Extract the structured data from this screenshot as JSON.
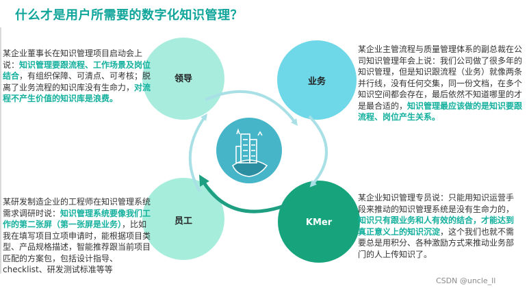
{
  "title": "什么才是用户所需要的数字化知识管理？",
  "nodes": {
    "top_left": "领导",
    "top_right": "业务",
    "bottom_left": "员工",
    "bottom_right": "KMer"
  },
  "paragraphs": {
    "p1": {
      "pre": "某企业董事长在知识管理项目启动会上说：",
      "hl1": "知识管理要跟流程、工作场景及岗位结合",
      "mid": "，有组织保障、可清点、可考核；脱离了业务流程的知识库没有生命力，",
      "hl2": "对流程不产生价值的知识库是浪费。",
      "post": ""
    },
    "p2": {
      "pre": "某企业主管流程与质量管理体系的副总裁在公司知识管理年会上说：我们公司做了很多年的知识管理，但是知识跟流程（业务）就像两条并行线，没有任何交集，同一份文档，在多个知识空间都会存在，最后依然不知道哪里的才是最合适的，",
      "hl1": "知识管理最应该做的是知识要跟流程、岗位产生关系。",
      "mid": "",
      "hl2": "",
      "post": ""
    },
    "p3": {
      "pre": "某研发制造企业的工程师在知识管理系统需求调研时说：",
      "hl1": "知识管理系统要像我们工作的第二张屏（第一张屏是业务）",
      "mid": "，比如我在填写项目立项申请时，能根据项目类型、产品规格描述，智能推荐跟当前项目匹配的方案包，包括设计指导、checklist、研发测试标准等等",
      "hl2": "",
      "post": ""
    },
    "p4": {
      "pre": "某企业知识管理专员说：只能用知识运营手段来推动的知识管理系统是没有生命力的，",
      "hl1": "知识只有跟业务和人有效的结合，才能达到真正意义上的知识沉淀",
      "mid": "，这个我们也就不需要总是用积分、各种激励方式来推动业务部门的人上传知识了。",
      "hl2": "",
      "post": ""
    }
  },
  "watermark": "CSDN @uncle_ll",
  "colors": {
    "title": "#0fa59a",
    "highlight": "#14b09e",
    "leader_circle": "#a8ecde",
    "business_circle": "#6fd8e8",
    "staff_circle": "#a7eddc",
    "kmer_circle": "#17a47d",
    "center_circle": "#46b5c7",
    "arrow_light": "#a8e0e6",
    "arrow_dark": "#1f9f82"
  },
  "icons": {
    "center": "building-on-globe-icon"
  }
}
